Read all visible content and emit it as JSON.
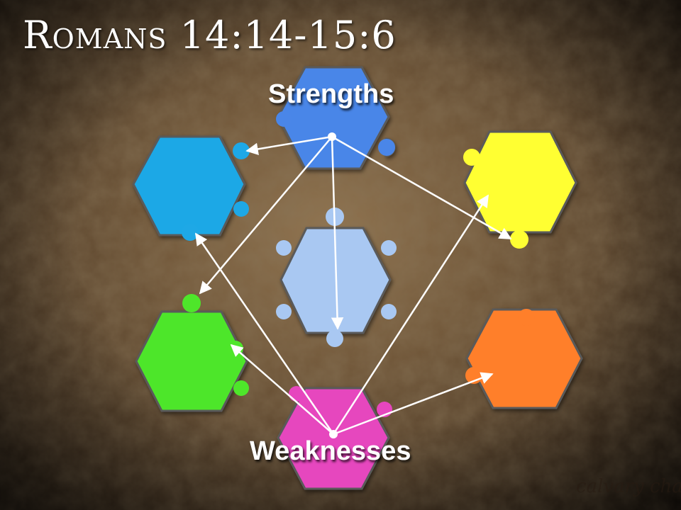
{
  "slide": {
    "title": "Romans 14:14-15:6",
    "strengths_label": "Strengths",
    "weaknesses_label": "Weaknesses",
    "watermark": "calvary chapel"
  },
  "colors": {
    "top_piece": "#4a86e8",
    "upper_left_piece": "#1ea8e6",
    "upper_right_piece": "#ffff33",
    "center_piece": "#a9c8f2",
    "lower_left_piece": "#4ee62a",
    "lower_right_piece": "#ff7f2a",
    "bottom_piece": "#e646be",
    "arrow": "#ffffff",
    "piece_outline": "#5a5a5a"
  }
}
